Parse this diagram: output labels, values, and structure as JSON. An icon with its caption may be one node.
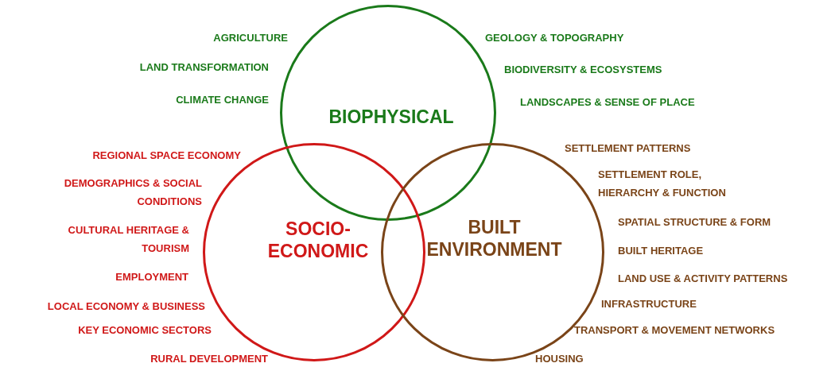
{
  "diagram": {
    "nodes": [
      {
        "text": [
          "BIOPHYSICAL"
        ],
        "beside": [
          "AGRICULTURE",
          "LAND TRANSFORMATION",
          "CLIMATE CHANGE",
          "GEOLOGY & TOPOGRAPHY",
          "BIODIVERSITY & ECOSYSTEMS",
          "LANDSCAPES & SENSE OF PLACE"
        ]
      },
      {
        "text": [
          "SOCIO-ECONOMIC"
        ],
        "beside": [
          "REGIONAL SPACE ECONOMY",
          "DEMOGRAPHICS & SOCIAL CONDITIONS",
          "CULTURAL HERITAGE & TOURISM",
          "EMPLOYMENT",
          "LOCAL ECONOMY & BUSINESS",
          "KEY ECONOMIC SECTORS",
          "RURAL DEVELOPMENT"
        ]
      },
      {
        "text": [
          "BUILT ENVIRONMENT"
        ],
        "beside": [
          "SETTLEMENT PATTERNS",
          "SETTLEMENT ROLE, HIERARCHY & FUNCTION",
          "SPATIAL STRUCTURE & FORM",
          "BUILT HERITAGE",
          "LAND USE & ACTIVITY PATTERNS",
          "INFRASTRUCTURE",
          "TRANSPORT & MOVEMENT NETWORKS",
          "HOUSING"
        ]
      }
    ]
  }
}
